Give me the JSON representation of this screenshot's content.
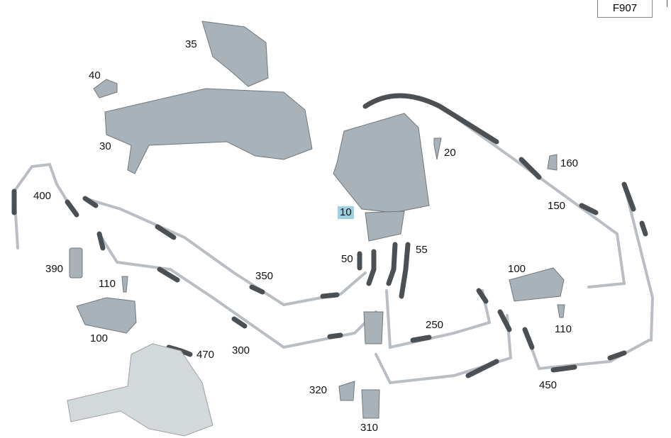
{
  "diagram_code": "F907",
  "highlight_color": "#9fd0e0",
  "labels": [
    {
      "ref": "35"
    },
    {
      "ref": "40"
    },
    {
      "ref": "30"
    },
    {
      "ref": "20"
    },
    {
      "ref": "10",
      "highlighted": true
    },
    {
      "ref": "160"
    },
    {
      "ref": "150"
    },
    {
      "ref": "400"
    },
    {
      "ref": "390"
    },
    {
      "ref": "350"
    },
    {
      "ref": "50"
    },
    {
      "ref": "55"
    },
    {
      "ref": "100"
    },
    {
      "ref": "110"
    },
    {
      "ref": "110"
    },
    {
      "ref": "100"
    },
    {
      "ref": "470"
    },
    {
      "ref": "300"
    },
    {
      "ref": "250"
    },
    {
      "ref": "450"
    },
    {
      "ref": "320"
    },
    {
      "ref": "310"
    }
  ]
}
